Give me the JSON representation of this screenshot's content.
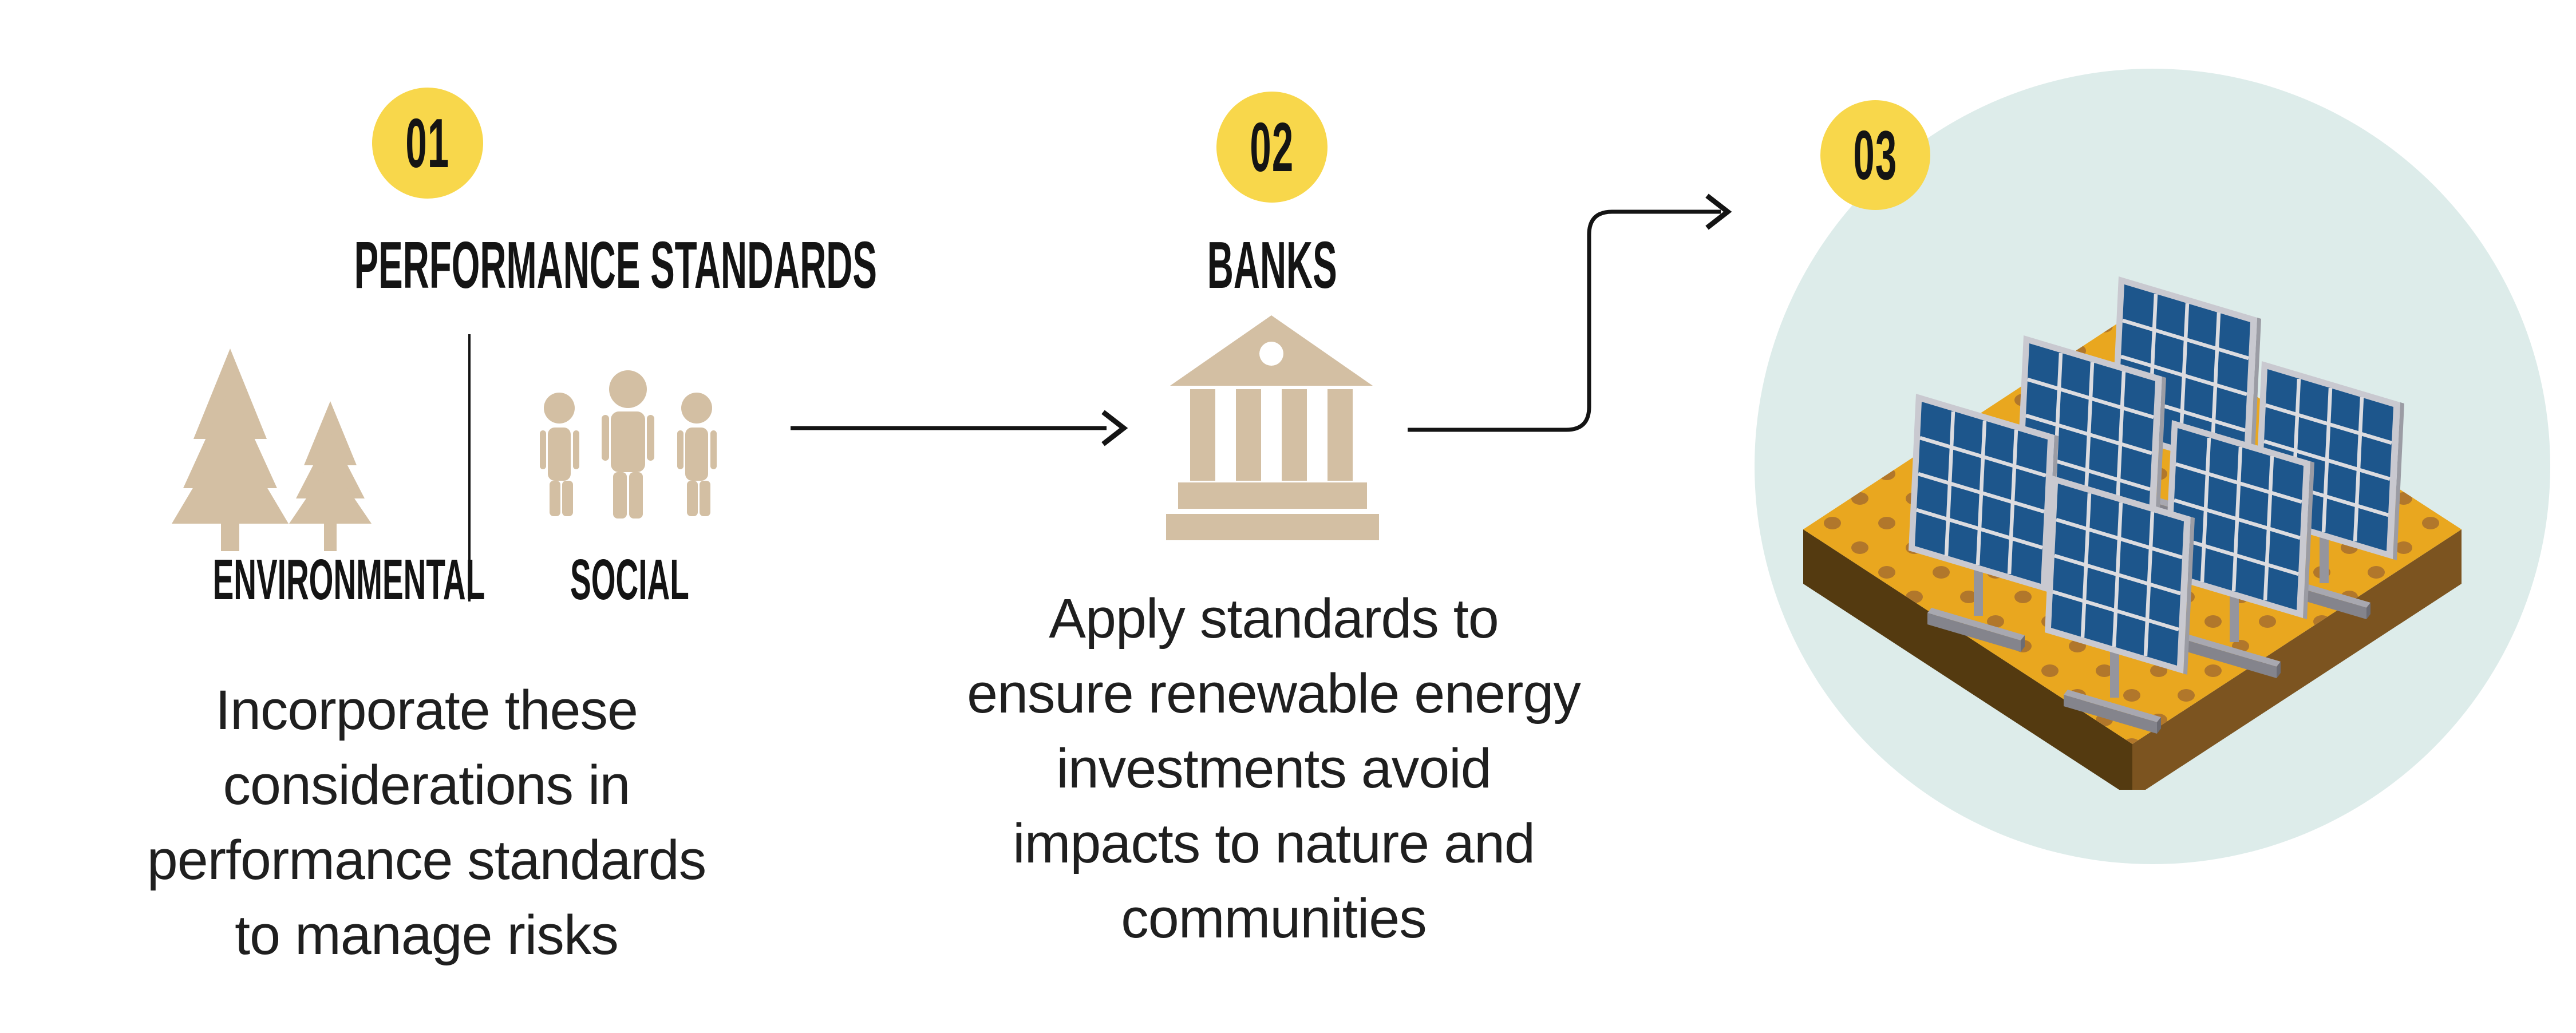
{
  "infographic": {
    "steps": [
      {
        "number": "01",
        "title": "PERFORMANCE STANDARDS",
        "categories": [
          {
            "label": "ENVIRONMENTAL",
            "icon": "pine-trees-icon"
          },
          {
            "label": "SOCIAL",
            "icon": "people-group-icon"
          }
        ],
        "description_lines": [
          "Incorporate these",
          "considerations in",
          "performance standards",
          "to manage risks"
        ]
      },
      {
        "number": "02",
        "title": "BANKS",
        "icon": "bank-building-icon",
        "description_lines": [
          "Apply standards to",
          "ensure renewable energy",
          "investments avoid",
          "impacts to nature and",
          "communities"
        ]
      },
      {
        "number": "03",
        "icon": "solar-panel-farm-illustration"
      }
    ],
    "connectors": [
      "straight-arrow-right",
      "elbow-arrow-up-right"
    ],
    "colors": {
      "badge_yellow": "#f8d74b",
      "icon_tan": "#d3bfa3",
      "text_black": "#141414",
      "circle_pale_teal": "#ddecea",
      "ground_yellow": "#e9a71f",
      "ground_dot_brown": "#b1772b",
      "ground_side_dark": "#543a10",
      "ground_side_light": "#7c5420",
      "panel_blue": "#1d568c",
      "panel_frame_gray": "#c9c9d0"
    }
  }
}
